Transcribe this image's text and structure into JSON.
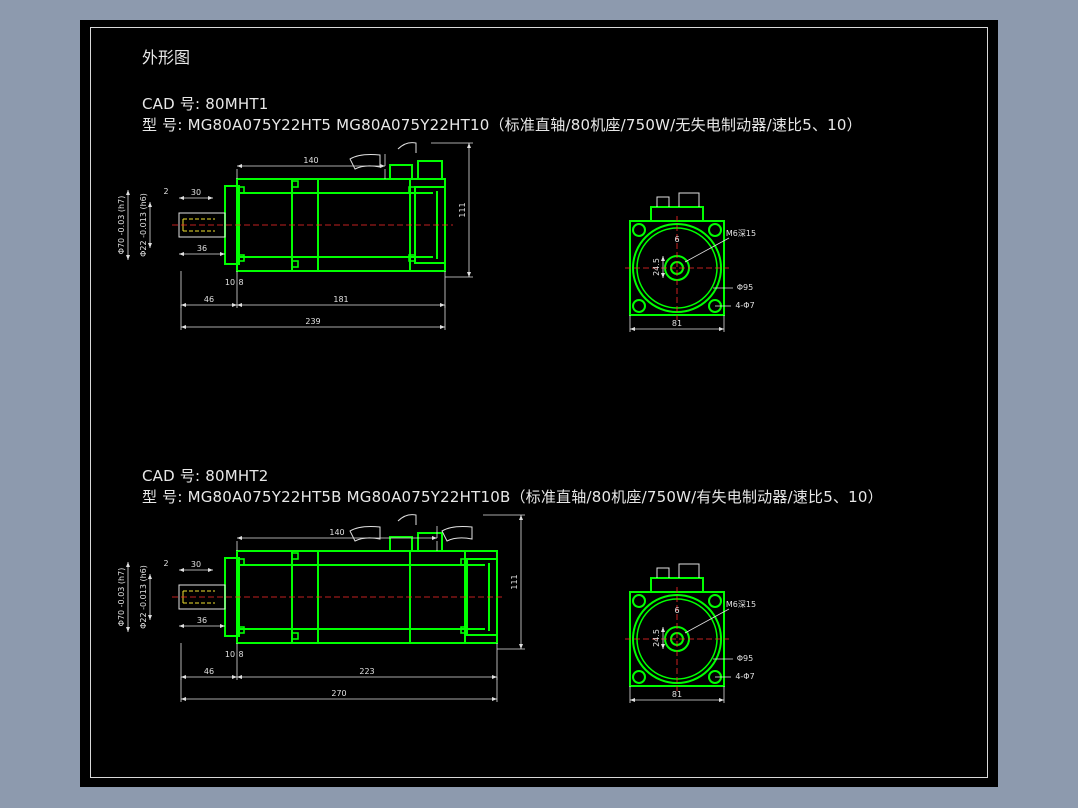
{
  "title": "外形图",
  "drawings": [
    {
      "cad_line": "CAD 号: 80MHT1",
      "model_line": "型  号: MG80A075Y22HT5   MG80A075Y22HT10（标准直轴/80机座/750W/无失电制动器/速比5、10）",
      "dims": {
        "body_len": "140",
        "height": "111",
        "shaft_d1": "Φ70 -0.03 (h7)",
        "shaft_d2": "Φ22 -0.013 (h6)",
        "key_w": "2",
        "shaft_len": "30",
        "shaft_total": "36",
        "flange_a": "10",
        "flange_b": "8",
        "front": "46",
        "main": "181",
        "total": "239",
        "thread": "M6深15",
        "key_h": "24.5",
        "key_wf": "6",
        "pcd": "Φ95",
        "holes": "4-Φ7",
        "square": "81"
      }
    },
    {
      "cad_line": "CAD 号: 80MHT2",
      "model_line": "型  号: MG80A075Y22HT5B  MG80A075Y22HT10B（标准直轴/80机座/750W/有失电制动器/速比5、10）",
      "dims": {
        "body_len": "140",
        "height": "111",
        "shaft_d1": "Φ70 -0.03 (h7)",
        "shaft_d2": "Φ22 -0.013 (h6)",
        "key_w": "2",
        "shaft_len": "30",
        "shaft_total": "36",
        "flange_a": "10",
        "flange_b": "8",
        "front": "46",
        "main": "223",
        "total": "270",
        "thread": "M6深15",
        "key_h": "24.5",
        "key_wf": "6",
        "pcd": "Φ95",
        "holes": "4-Φ7",
        "square": "81"
      }
    }
  ],
  "colors": {
    "outline": "#00ff00",
    "dimension": "#e0e0e0",
    "center": "#ff2a2a",
    "shaft": "#f0e030",
    "background": "#000000"
  }
}
